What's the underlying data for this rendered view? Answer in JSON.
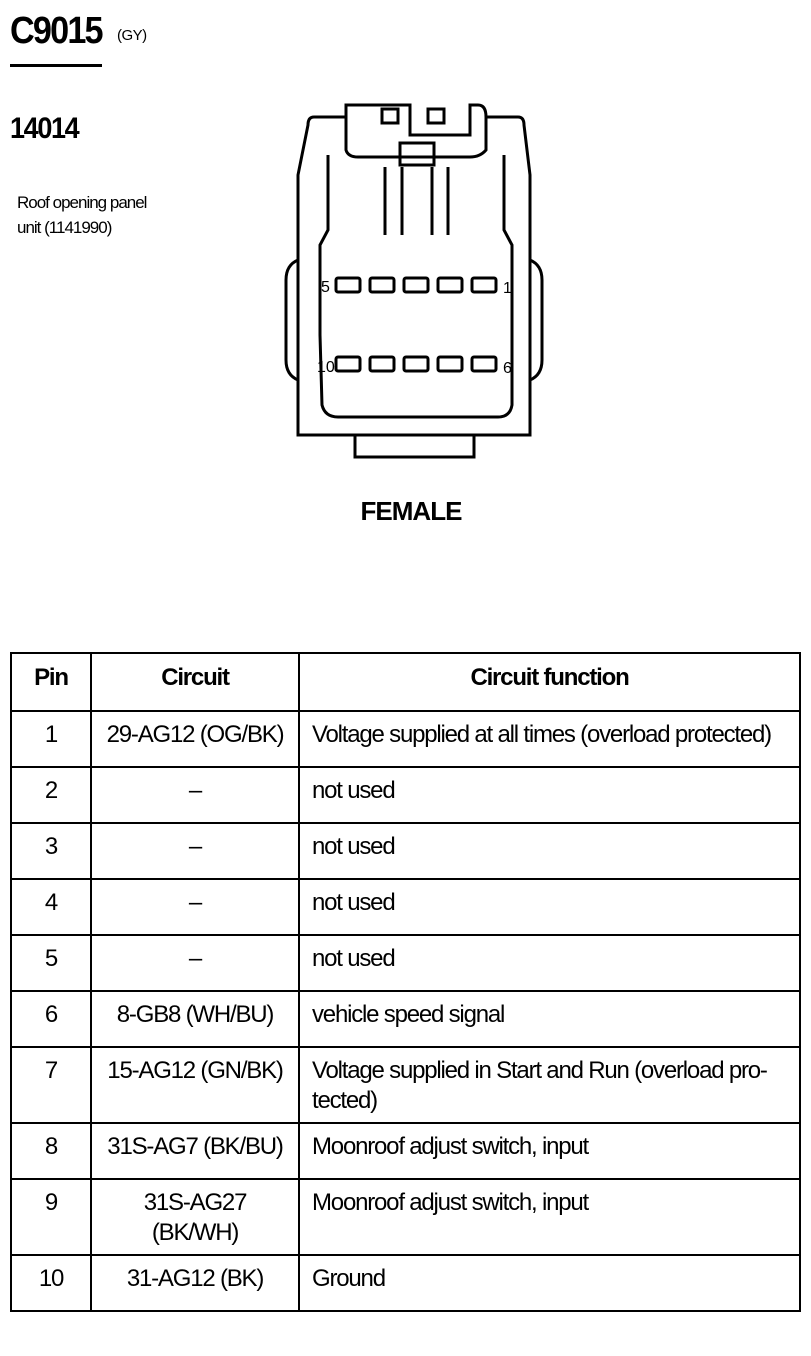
{
  "connector": {
    "code": "C9015",
    "color": "(GY)",
    "part_number": "14014",
    "description": "Roof opening panel unit (1141990)"
  },
  "diagram": {
    "gender_label": "FEMALE",
    "row1_left_pin": "5",
    "row1_right_pin": "1",
    "row2_left_pin": "10",
    "row2_right_pin": "6"
  },
  "table": {
    "headers": [
      "Pin",
      "Circuit",
      "Circuit function"
    ],
    "rows": [
      {
        "pin": "1",
        "circuit": "29-AG12 (OG/BK)",
        "function": "Voltage supplied at all times (overload protected)"
      },
      {
        "pin": "2",
        "circuit": "–",
        "function": "not used"
      },
      {
        "pin": "3",
        "circuit": "–",
        "function": "not used"
      },
      {
        "pin": "4",
        "circuit": "–",
        "function": "not used"
      },
      {
        "pin": "5",
        "circuit": "–",
        "function": "not used"
      },
      {
        "pin": "6",
        "circuit": "8-GB8 (WH/BU)",
        "function": "vehicle speed signal"
      },
      {
        "pin": "7",
        "circuit": "15-AG12 (GN/BK)",
        "function": "Voltage supplied in Start and Run (overload pro-tected)"
      },
      {
        "pin": "8",
        "circuit": "31S-AG7 (BK/BU)",
        "function": "Moonroof adjust switch, input"
      },
      {
        "pin": "9",
        "circuit": "31S-AG27 (BK/WH)",
        "function": "Moonroof adjust switch, input"
      },
      {
        "pin": "10",
        "circuit": "31-AG12 (BK)",
        "function": "Ground"
      }
    ]
  }
}
